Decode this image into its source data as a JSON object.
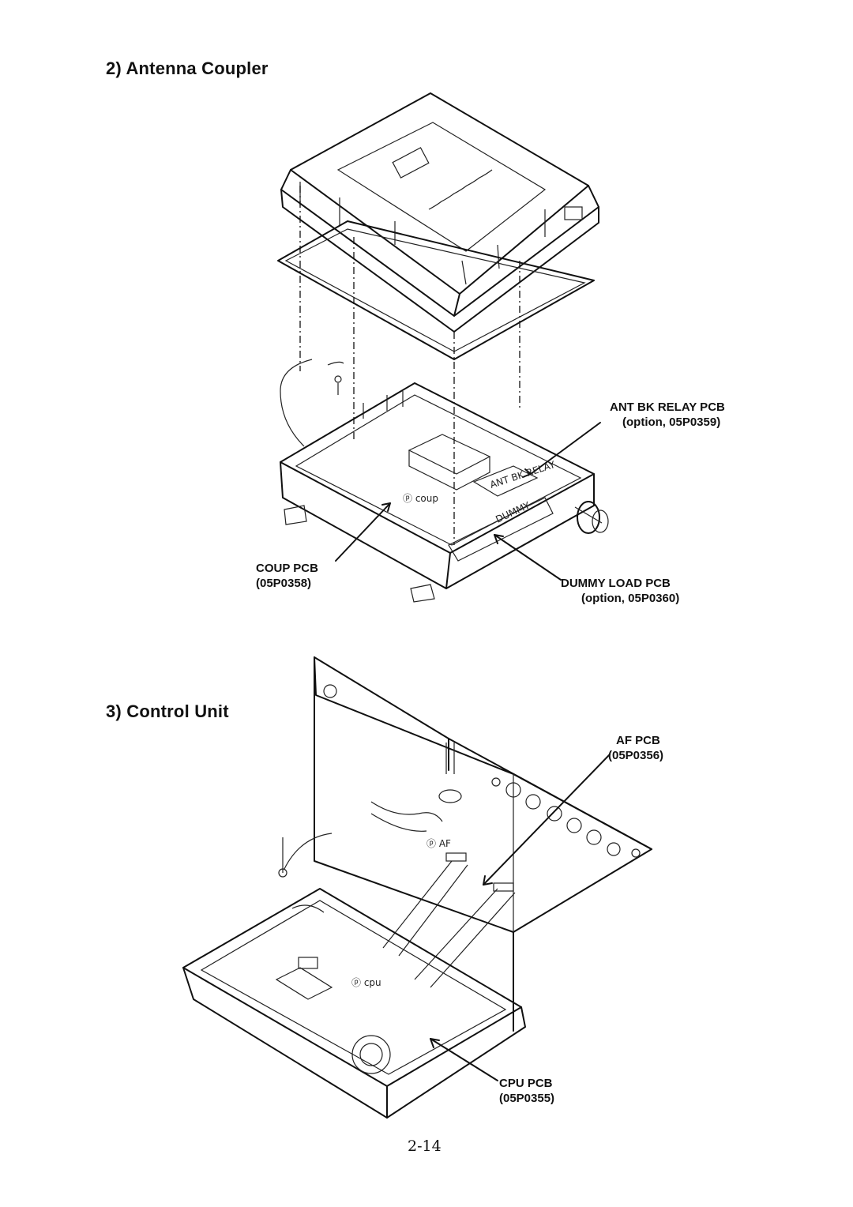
{
  "sections": {
    "antenna": {
      "heading": "2) Antenna Coupler",
      "ant_bk_relay": {
        "name": "ANT BK RELAY PCB",
        "detail": "(option, 05P0359)"
      },
      "coup_pcb": {
        "name": "COUP PCB",
        "detail": "(05P0358)"
      },
      "dummy_load": {
        "name": "DUMMY LOAD PCB",
        "detail": "(option, 05P0360)"
      },
      "hand_coup": "ⓟ coup",
      "hand_ant": "ANT BK RELAY",
      "hand_dummy": "DUMMY"
    },
    "control": {
      "heading": "3) Control Unit",
      "af_pcb": {
        "name": "AF PCB",
        "detail": "(05P0356)"
      },
      "cpu_pcb": {
        "name": "CPU PCB",
        "detail": "(05P0355)"
      },
      "hand_af": "ⓟ AF",
      "hand_cpu": "ⓟ cpu"
    }
  },
  "page_number": "2-14"
}
